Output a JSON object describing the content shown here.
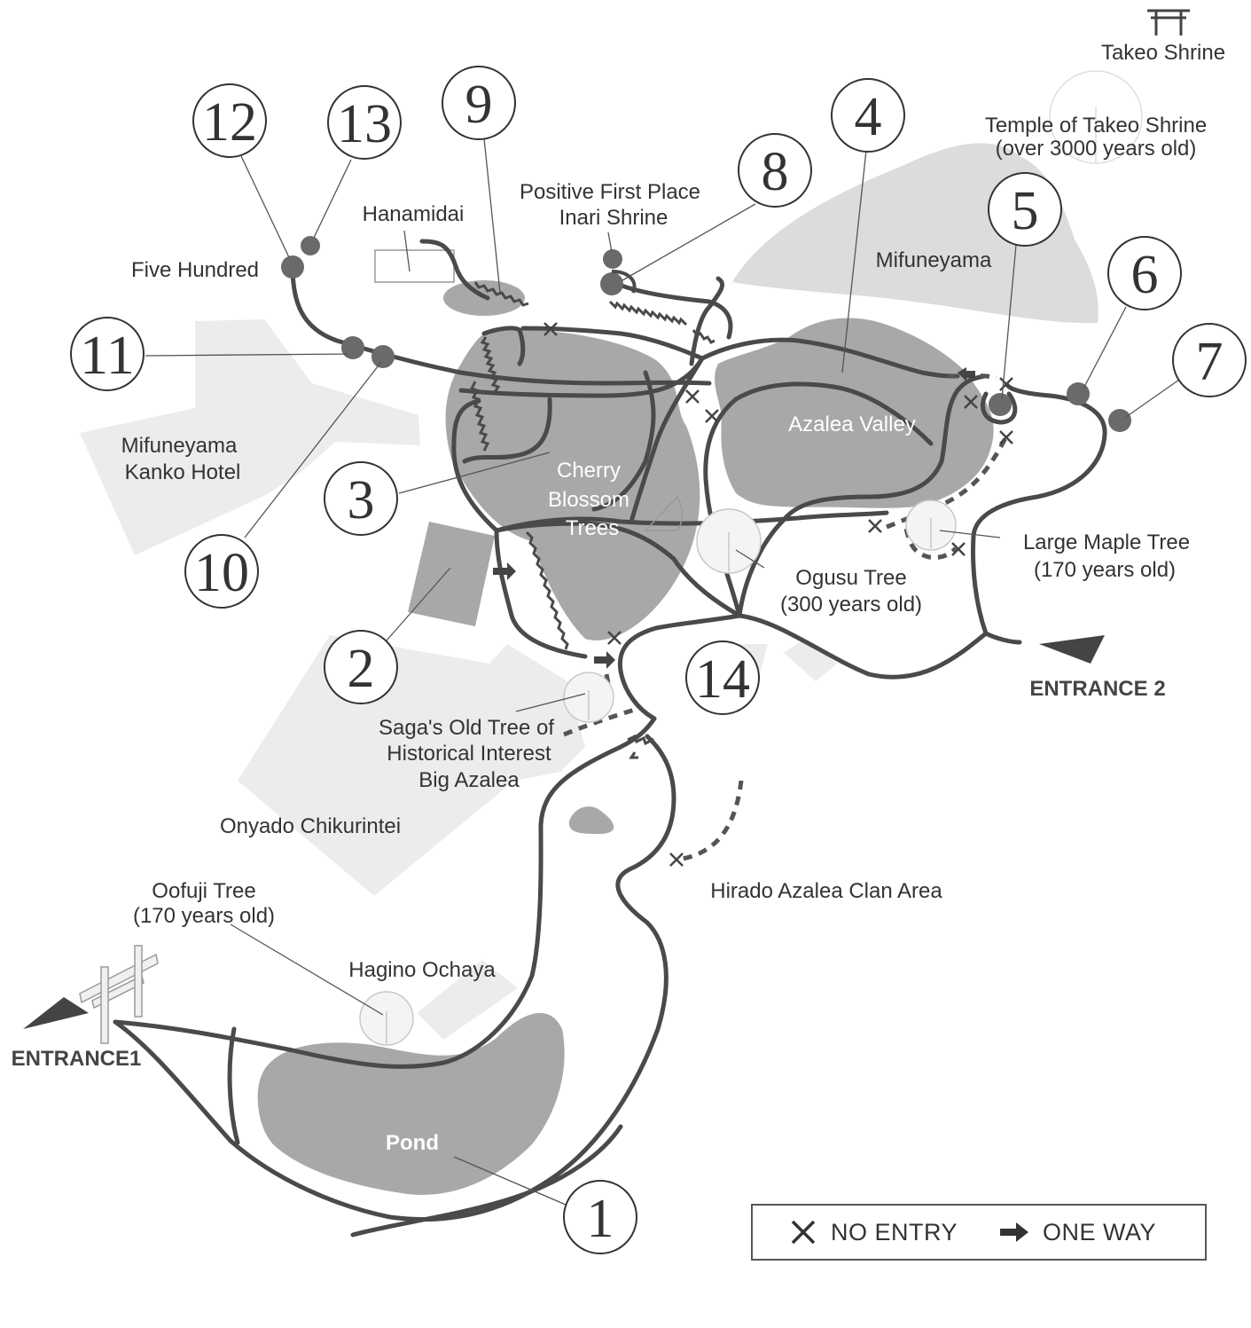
{
  "labels": {
    "takeo_shrine": "Takeo Shrine",
    "temple_line1": "Temple of Takeo Shrine",
    "temple_line2": "(over 3000 years old)",
    "positive_line1": "Positive First Place",
    "positive_line2": "Inari Shrine",
    "hanamidai": "Hanamidai",
    "five_hundred": "Five Hundred",
    "mifuneyama": "Mifuneyama",
    "hotel_line1": "Mifuneyama",
    "hotel_line2": "Kanko Hotel",
    "azalea_valley": "Azalea Valley",
    "cherry_line1": "Cherry",
    "cherry_line2": "Blossom",
    "cherry_line3": "Trees",
    "maple_line1": "Large Maple Tree",
    "maple_line2": "(170 years old)",
    "ogusu_line1": "Ogusu Tree",
    "ogusu_line2": "(300 years old)",
    "entrance2": "ENTRANCE 2",
    "saga_line1": "Saga's Old Tree of",
    "saga_line2": "Historical Interest",
    "saga_line3": "Big Azalea",
    "onyado": "Onyado Chikurintei",
    "hirado": "Hirado Azalea Clan Area",
    "oofuji_line1": "Oofuji Tree",
    "oofuji_line2": "(170 years old)",
    "hagino": "Hagino Ochaya",
    "entrance1": "ENTRANCE1",
    "pond": "Pond"
  },
  "numbers": {
    "n1": "1",
    "n2": "2",
    "n3": "3",
    "n4": "4",
    "n5": "5",
    "n6": "6",
    "n7": "7",
    "n8": "8",
    "n9": "9",
    "n10": "10",
    "n11": "11",
    "n12": "12",
    "n13": "13",
    "n14": "14"
  },
  "legend": {
    "no_entry": "NO ENTRY",
    "one_way": "ONE WAY"
  },
  "icons": {
    "torii": "torii-gate-icon",
    "tree": "tree-icon",
    "no_entry": "x-mark-icon",
    "one_way": "arrow-right-icon",
    "entrance": "triangle-pointer-icon"
  },
  "colors": {
    "path": "#4a4a4a",
    "area": "#a8a8a8",
    "mountain": "#dcdcdc",
    "building": "#ececec"
  }
}
